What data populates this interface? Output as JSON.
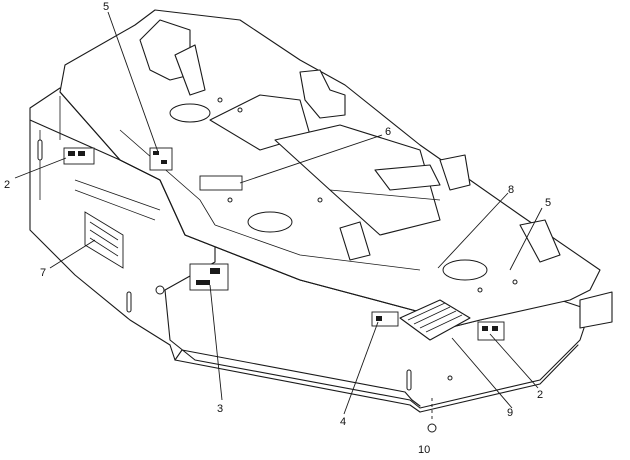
{
  "callouts": [
    {
      "id": "c5a",
      "label": "5"
    },
    {
      "id": "c6",
      "label": "6"
    },
    {
      "id": "c2a",
      "label": "2"
    },
    {
      "id": "c7",
      "label": "7"
    },
    {
      "id": "c8",
      "label": "8"
    },
    {
      "id": "c5b",
      "label": "5"
    },
    {
      "id": "c3",
      "label": "3"
    },
    {
      "id": "c4",
      "label": "4"
    },
    {
      "id": "c9",
      "label": "9"
    },
    {
      "id": "c2b",
      "label": "2"
    },
    {
      "id": "c10",
      "label": "10"
    }
  ]
}
